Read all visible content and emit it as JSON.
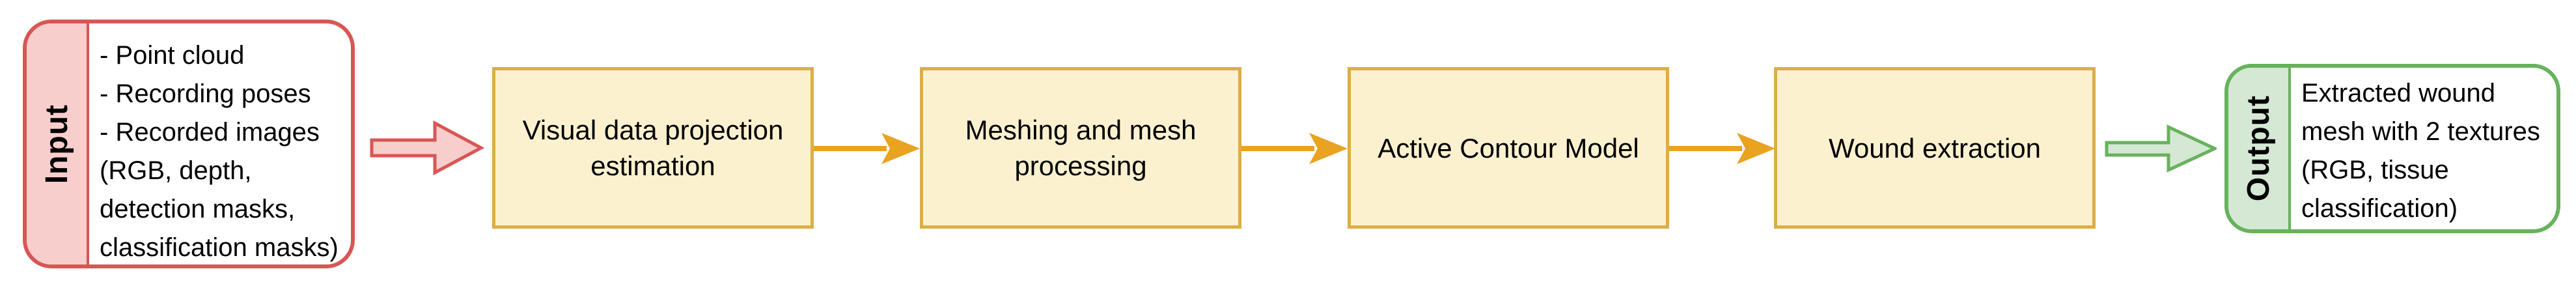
{
  "palette": {
    "background": "#ffffff",
    "text": "#000000",
    "red_stroke": "#d85654",
    "pink_fill": "#f8cecc",
    "gold_stroke": "#dcae44",
    "cream_fill": "#fcf1cf",
    "orange_arrow": "#e9a320",
    "green_stroke": "#67b25c",
    "light_green_fill": "#d5e8d4"
  },
  "input_box": {
    "label": "Input",
    "lines": [
      "- Point cloud",
      "- Recording poses",
      "- Recorded images",
      "(RGB, depth,",
      "detection masks,",
      "classification masks)"
    ]
  },
  "stages": [
    {
      "lines": [
        "Visual data projection",
        "estimation"
      ]
    },
    {
      "lines": [
        "Meshing and mesh",
        "processing"
      ]
    },
    {
      "lines": [
        "Active Contour Model"
      ]
    },
    {
      "lines": [
        "Wound extraction"
      ]
    }
  ],
  "output_box": {
    "label": "Output",
    "lines": [
      "Extracted wound",
      "mesh with 2 textures",
      "(RGB, tissue",
      "classification)"
    ]
  }
}
